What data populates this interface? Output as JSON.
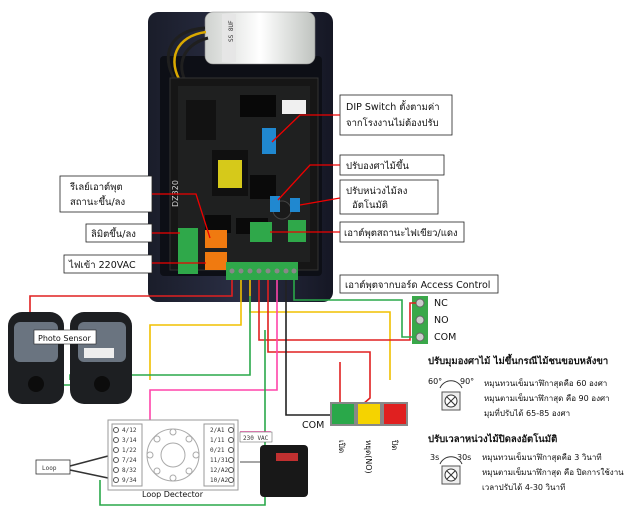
{
  "callouts": {
    "dip_switch_1": "DIP Switch ตั้งตามค่า",
    "dip_switch_2": "จากโรงงานไม่ต้องปรับ",
    "arm_angle": "ปรับองศาไม้ขึ้น",
    "auto_close_1": "ปรับหน่วงไม้ลง",
    "auto_close_2": "อัตโนมัติ",
    "traffic_output": "เอาต์พุตสถานะไฟเขียว/แดง",
    "relay_1": "รีเลย์เอาต์พุต",
    "relay_2": "สถานะขึ้น/ลง",
    "limit": "ลิมิตขึ้น/ลง",
    "power": "ไฟเข้า 220VAC",
    "access_control": "เอาต์พุตจากบอร์ด Access Control",
    "photo_sensor": "Photo Sensor"
  },
  "access_terminals": [
    "NC",
    "NO",
    "COM"
  ],
  "lights": {
    "com": "COM",
    "labels": [
      "เปิด",
      "หยุด(NO)",
      "ปิด"
    ],
    "colors": [
      "#2aa84a",
      "#f5d300",
      "#e02020"
    ]
  },
  "loop": {
    "title": "Loop Dectector",
    "loop_box": "Loop",
    "left_pins": [
      "4/12",
      "3/14",
      "1/22",
      "7/24",
      "8/32",
      "9/34"
    ],
    "right_pins": [
      "2/A1",
      "1/11",
      "0/21",
      "11/31",
      "12/A2",
      "10/A2"
    ],
    "voltage": "230 VAC"
  },
  "adjust_angle": {
    "title": "ปรับมุมองศาไม้  ไม่ขึ้นกรณีไม้ชนขอบหลังขา",
    "min": "60°",
    "max": "90°",
    "lines": [
      "หมุนทวนเข็มนาฬิกาสุดคือ 60 องศา",
      "หมุนตามเข็มนาฬิกาสุด คือ 90 องศา",
      "มุมที่ปรับได้ 65-85 องศา"
    ]
  },
  "adjust_delay": {
    "title": "ปรับเวลาหน่วงไม้ปิดลงอัตโนมัติ",
    "min": "3s",
    "max": "30s",
    "lines": [
      "หมุนทวนเข็มนาฬิกาสุดคือ 3 วินาที",
      "หมุนตามเข็มนาฬิกาสุด คือ ปิดการใช้งาน",
      "เวลาปรับได้ 4-30 วินาที"
    ]
  },
  "board_text": "DZ320"
}
